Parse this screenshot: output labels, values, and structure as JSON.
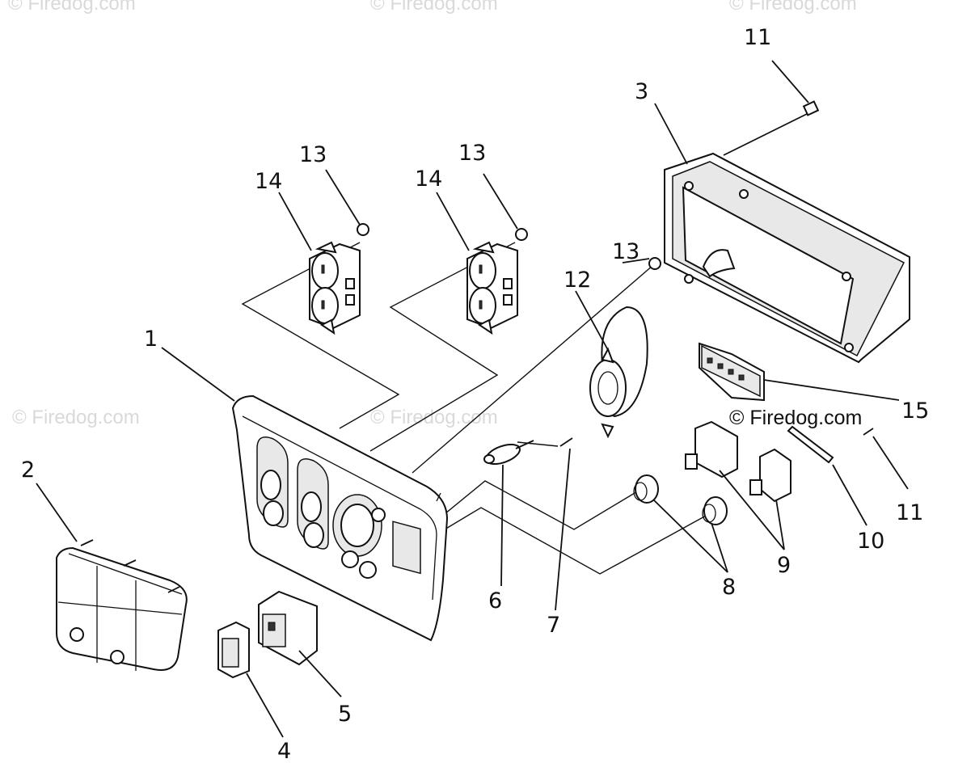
{
  "watermarks": [
    "© Firedog.com",
    "© Firedog.com",
    "© Firedog.com",
    "© Firedog.com",
    "© Firedog.com"
  ],
  "copyright": "© Firedog.com",
  "callouts": {
    "c1": "1",
    "c2": "2",
    "c3": "3",
    "c4": "4",
    "c5": "5",
    "c6": "6",
    "c7": "7",
    "c8": "8",
    "c9": "9",
    "c10": "10",
    "c11a": "11",
    "c11b": "11",
    "c12": "12",
    "c13a": "13",
    "c13b": "13",
    "c13c": "13",
    "c14a": "14",
    "c14b": "14",
    "c15": "15"
  }
}
